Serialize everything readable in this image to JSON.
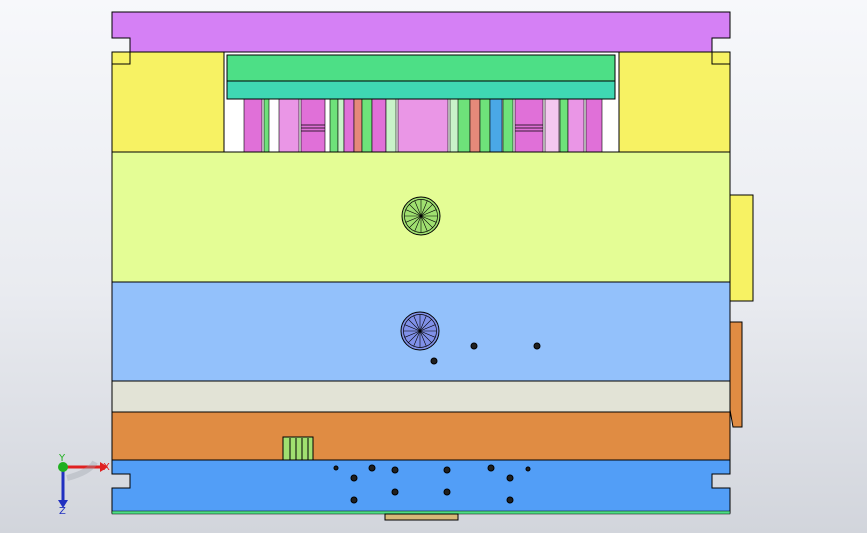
{
  "viewport": {
    "background_top": "#f7f8fb",
    "background_bottom": "#d2d5dc"
  },
  "model": {
    "top_clamp_plate": {
      "color": "#d580f5"
    },
    "spacer_blocks": {
      "color": "#f7f263"
    },
    "ejector_plate_upper": {
      "color": "#4ddf86"
    },
    "ejector_plate_lower": {
      "color": "#3fd8b3"
    },
    "ejector_pins": {
      "colors": [
        "#e070d8",
        "#ea96e6",
        "#f4c8f0",
        "#6ee27a",
        "#e5897a",
        "#c9f3c9",
        "#4aa8e6"
      ]
    },
    "support_plate": {
      "color": "#e4fd95"
    },
    "cavity_plate": {
      "color": "#93c1fb"
    },
    "stripper_plate": {
      "color": "#e2e3d6"
    },
    "core_plate": {
      "color": "#e08c43"
    },
    "bottom_clamp_plate": {
      "color": "#529ef7"
    },
    "side_block_upper": {
      "color": "#f7f263"
    },
    "side_block_lower": {
      "color": "#e08c43"
    },
    "sprue_bushing": {
      "color": "#a0e070"
    },
    "guide_bushing": {
      "color": "#a0e070"
    }
  },
  "triad": {
    "x_label": "X",
    "y_label": "Y",
    "z_label": "Z",
    "x_color": "#e02020",
    "y_color": "#20b020",
    "z_color": "#2030c0"
  }
}
